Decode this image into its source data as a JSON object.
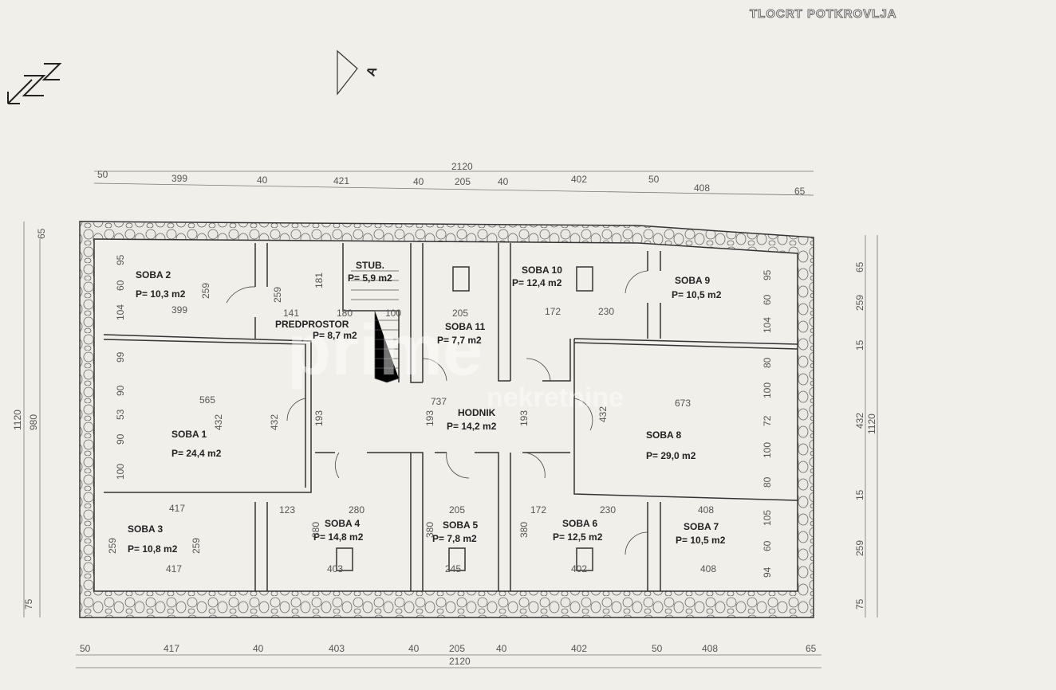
{
  "title": "TLOCRT POTKROVLJA",
  "section_marker": "A",
  "watermark": {
    "brand": "prime",
    "sub": "nekretnine"
  },
  "rooms": [
    {
      "name": "SOBA 2",
      "area": "P= 10,3 m2"
    },
    {
      "name": "STUB.",
      "area": "P= 5,9 m2"
    },
    {
      "name": "PREDPROSTOR",
      "area": "P= 8,7 m2"
    },
    {
      "name": "SOBA 11",
      "area": "P= 7,7 m2"
    },
    {
      "name": "SOBA 10",
      "area": "P= 12,4 m2"
    },
    {
      "name": "SOBA 9",
      "area": "P= 10,5 m2"
    },
    {
      "name": "SOBA 1",
      "area": "P= 24,4 m2"
    },
    {
      "name": "HODNIK",
      "area": "P= 14,2 m2"
    },
    {
      "name": "SOBA 8",
      "area": "P= 29,0 m2"
    },
    {
      "name": "SOBA 3",
      "area": "P= 10,8 m2"
    },
    {
      "name": "SOBA 4",
      "area": "P= 14,8 m2"
    },
    {
      "name": "SOBA 5",
      "area": "P= 7,8 m2"
    },
    {
      "name": "SOBA 6",
      "area": "P= 12,5 m2"
    },
    {
      "name": "SOBA 7",
      "area": "P= 10,5 m2"
    }
  ],
  "dims": {
    "top": [
      "50",
      "399",
      "40",
      "421",
      "40",
      "205",
      "40",
      "402",
      "50",
      "408",
      "65",
      "2120"
    ],
    "bottom": [
      "50",
      "417",
      "40",
      "403",
      "40",
      "205",
      "40",
      "402",
      "50",
      "408",
      "65",
      "2120"
    ],
    "left": [
      "1120",
      "980",
      "65",
      "75"
    ],
    "right": [
      "65",
      "259",
      "15",
      "432",
      "15",
      "259",
      "75",
      "1120"
    ],
    "interior": [
      "399",
      "141",
      "180",
      "100",
      "205",
      "172",
      "230",
      "565",
      "737",
      "673",
      "417",
      "123",
      "280",
      "205",
      "172",
      "230",
      "408",
      "417",
      "403",
      "245",
      "402",
      "408",
      "259",
      "259",
      "181",
      "432",
      "432",
      "193",
      "193",
      "193",
      "432",
      "380",
      "380",
      "380",
      "259",
      "259",
      "95",
      "60",
      "104",
      "99",
      "90",
      "53",
      "90",
      "100",
      "95",
      "60",
      "104",
      "80",
      "100",
      "72",
      "100",
      "80",
      "105",
      "60",
      "94"
    ]
  }
}
